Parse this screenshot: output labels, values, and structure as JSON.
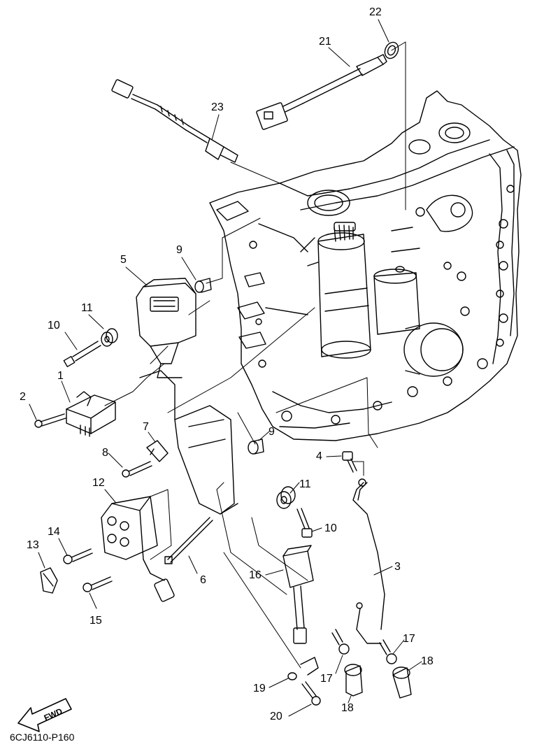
{
  "diagram": {
    "part_code": "6CJ6110-P160",
    "fwd_label": "FWD",
    "callouts": [
      "22",
      "21",
      "23",
      "9",
      "5",
      "11",
      "10",
      "1",
      "2",
      "7",
      "8",
      "12",
      "14",
      "13",
      "15",
      "6",
      "9",
      "4",
      "11",
      "10",
      "16",
      "3",
      "17",
      "17",
      "18",
      "18",
      "19",
      "20"
    ]
  },
  "colors": {
    "line": "#000000",
    "background": "#ffffff"
  }
}
